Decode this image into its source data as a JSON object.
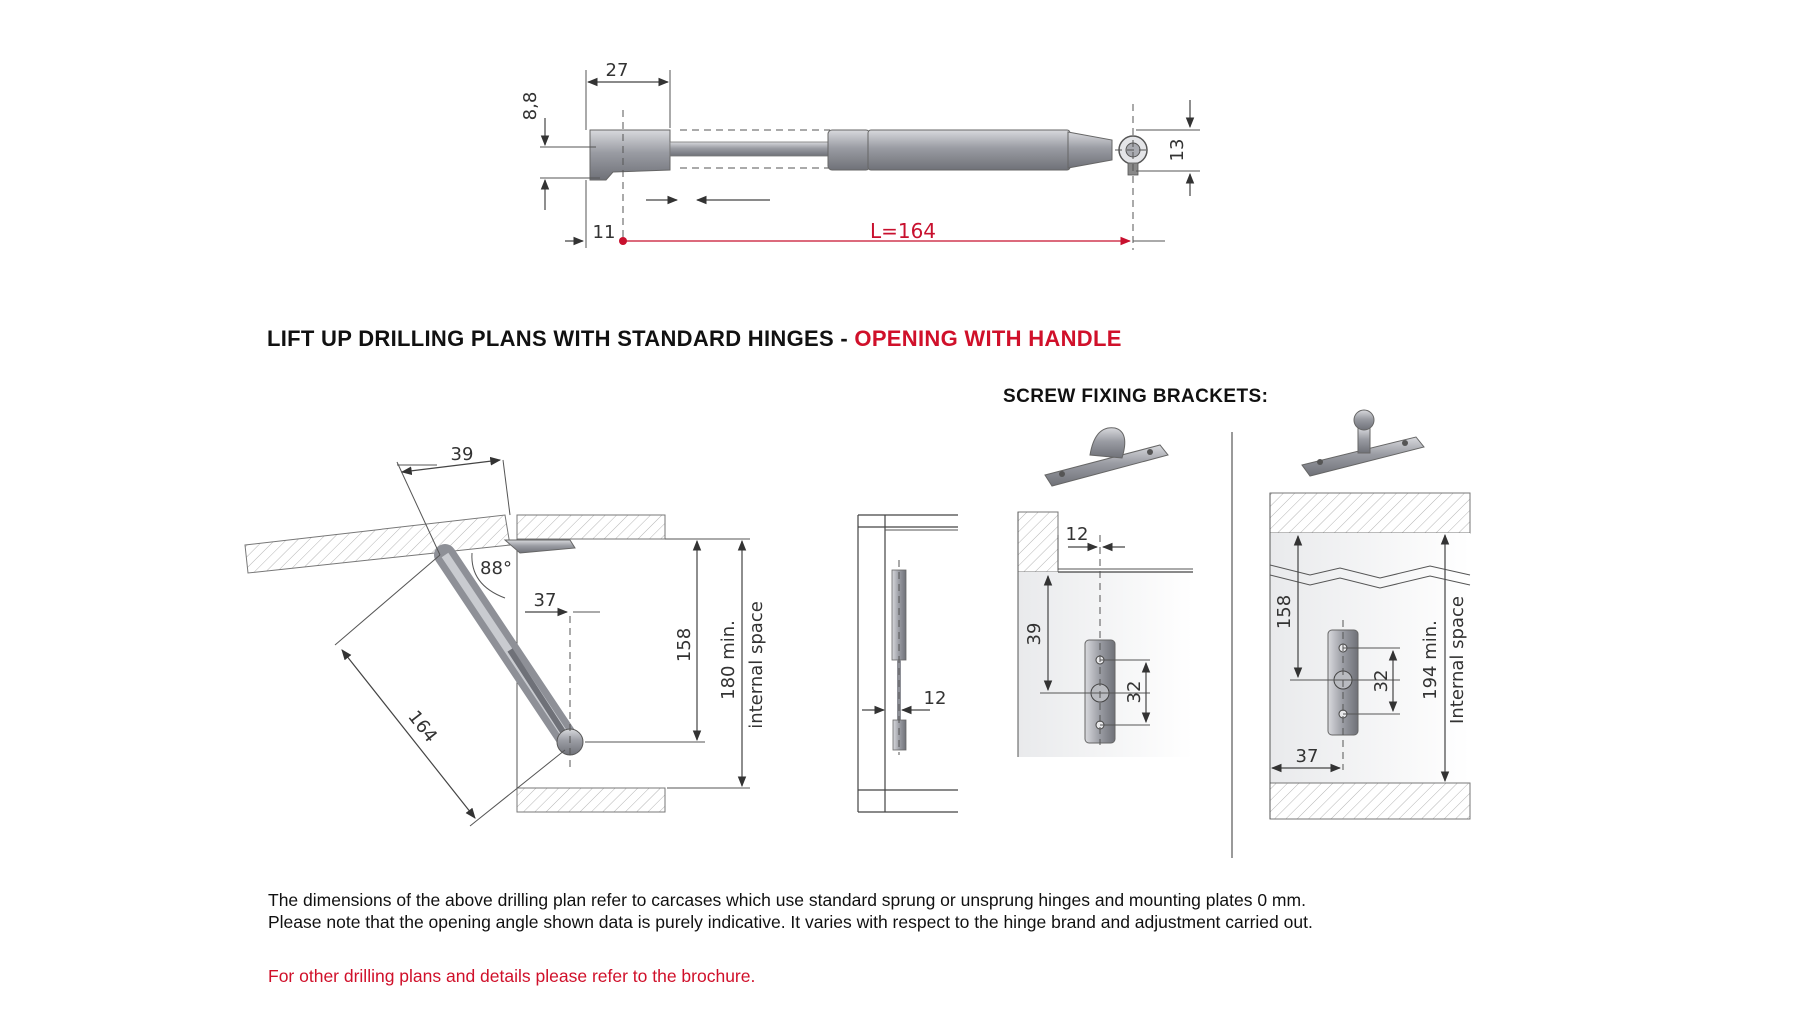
{
  "top_strut": {
    "dim_length": "L=164",
    "dim_body": "27",
    "dim_height": "8,8",
    "dim_eye": "13",
    "dim_offset": "11"
  },
  "heading": {
    "main": "LIFT UP DRILLING PLANS WITH STANDARD HINGES - ",
    "accent": "OPENING WITH HANDLE"
  },
  "brackets_title": "SCREW FIXING BRACKETS:",
  "side_view": {
    "dim_39": "39",
    "dim_angle": "88°",
    "dim_37": "37",
    "dim_158": "158",
    "dim_180": "180 min.",
    "dim_internal": "internal space",
    "dim_164": "164"
  },
  "front_view": {
    "dim_12": "12"
  },
  "bracket_a": {
    "dim_12": "12",
    "dim_39": "39",
    "dim_32": "32"
  },
  "bracket_b": {
    "dim_158": "158",
    "dim_32": "32",
    "dim_194": "194 min.",
    "dim_internal": "Internal space",
    "dim_37": "37"
  },
  "notes": {
    "line1": "The dimensions of the above drilling plan refer to carcases which use standard sprung or unsprung hinges and mounting plates 0 mm.",
    "line2": "Please note that the opening angle shown data is purely indicative. It varies with respect to the hinge brand and adjustment carried out.",
    "line3": "For other drilling plans and details please refer to the brochure."
  },
  "colors": {
    "accent_red": "#d0102a",
    "metal": "#9a9ca3"
  }
}
